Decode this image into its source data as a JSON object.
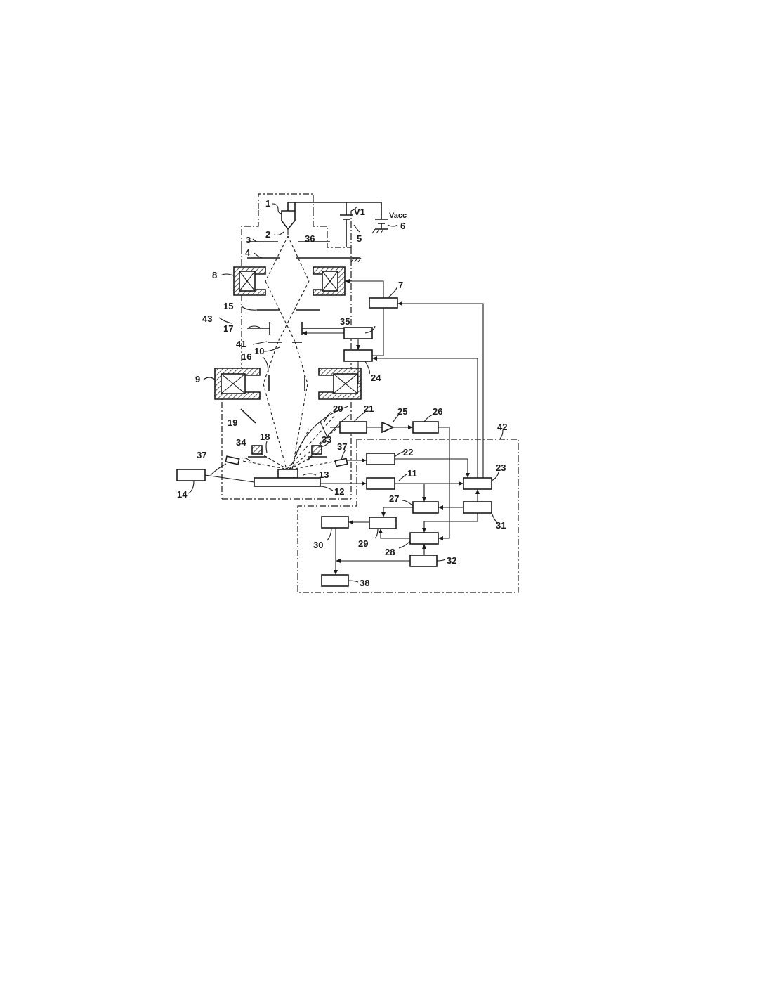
{
  "diagram": {
    "labels": {
      "l1": "1",
      "l2": "2",
      "l3": "3",
      "l4": "4",
      "l5": "5",
      "l6": "6",
      "l7": "7",
      "l8": "8",
      "l9": "9",
      "l10": "10",
      "l11": "11",
      "l12": "12",
      "l13": "13",
      "l14": "14",
      "l15": "15",
      "l16": "16",
      "l17": "17",
      "l18": "18",
      "l19": "19",
      "l20": "20",
      "l21": "21",
      "l22": "22",
      "l23": "23",
      "l24": "24",
      "l25": "25",
      "l26": "26",
      "l27": "27",
      "l28": "28",
      "l29": "29",
      "l30": "30",
      "l31": "31",
      "l32": "32",
      "l33": "33",
      "l34": "34",
      "l35": "35",
      "l36": "36",
      "l37a": "37",
      "l37b": "37",
      "l38": "38",
      "l41": "41",
      "l42": "42",
      "l43": "43",
      "v1": "V1",
      "vacc": "Vacc"
    }
  }
}
